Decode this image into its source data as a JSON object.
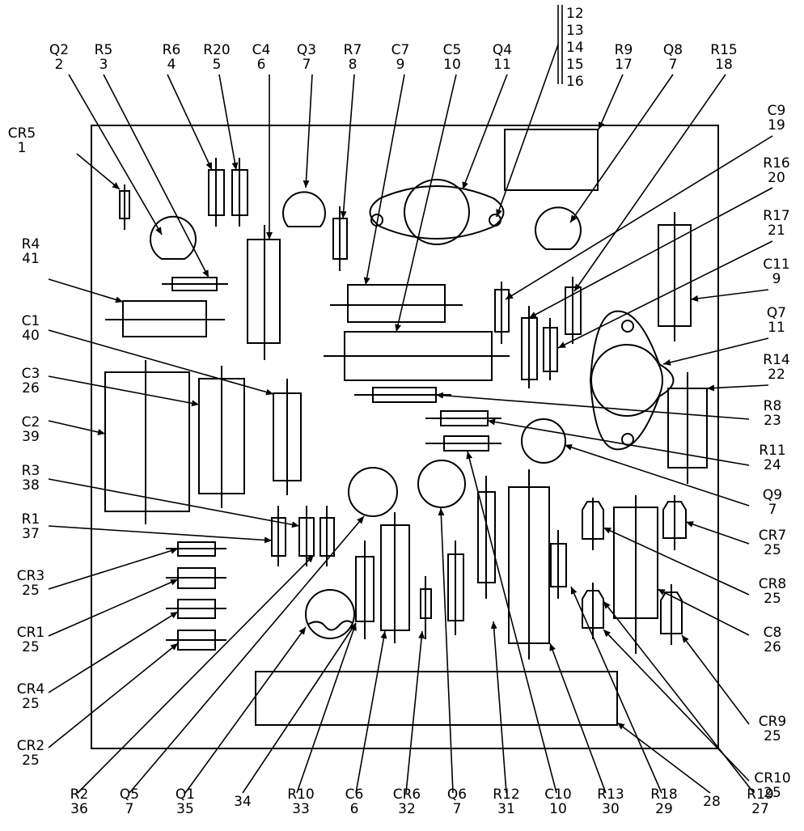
{
  "board": {
    "color": "#000000",
    "background": "#ffffff"
  },
  "callouts": [
    {
      "id": "cr5",
      "ref": "CR5",
      "num": "1"
    },
    {
      "id": "q2",
      "ref": "Q2",
      "num": "2"
    },
    {
      "id": "r5",
      "ref": "R5",
      "num": "3"
    },
    {
      "id": "r6",
      "ref": "R6",
      "num": "4"
    },
    {
      "id": "r20",
      "ref": "R20",
      "num": "5"
    },
    {
      "id": "c4",
      "ref": "C4",
      "num": "6"
    },
    {
      "id": "q3",
      "ref": "Q3",
      "num": "7"
    },
    {
      "id": "r7",
      "ref": "R7",
      "num": "8"
    },
    {
      "id": "c7",
      "ref": "C7",
      "num": "9"
    },
    {
      "id": "c5",
      "ref": "C5",
      "num": "10"
    },
    {
      "id": "q4",
      "ref": "Q4",
      "num": "11"
    },
    {
      "id": "r9",
      "ref": "R9",
      "num": "17"
    },
    {
      "id": "q8",
      "ref": "Q8",
      "num": "7"
    },
    {
      "id": "r15",
      "ref": "R15",
      "num": "18"
    },
    {
      "id": "c9",
      "ref": "C9",
      "num": "19"
    },
    {
      "id": "r16",
      "ref": "R16",
      "num": "20"
    },
    {
      "id": "r17",
      "ref": "R17",
      "num": "21"
    },
    {
      "id": "c11",
      "ref": "C11",
      "num": "9"
    },
    {
      "id": "q7",
      "ref": "Q7",
      "num": "11"
    },
    {
      "id": "r14",
      "ref": "R14",
      "num": "22"
    },
    {
      "id": "r8",
      "ref": "R8",
      "num": "23"
    },
    {
      "id": "r11",
      "ref": "R11",
      "num": "24"
    },
    {
      "id": "q9",
      "ref": "Q9",
      "num": "7"
    },
    {
      "id": "cr7",
      "ref": "CR7",
      "num": "25"
    },
    {
      "id": "cr8",
      "ref": "CR8",
      "num": "25"
    },
    {
      "id": "c8",
      "ref": "C8",
      "num": "26"
    },
    {
      "id": "cr9",
      "ref": "CR9",
      "num": "25"
    },
    {
      "id": "cr10",
      "ref": "CR10",
      "num": "25"
    },
    {
      "id": "r4",
      "ref": "R4",
      "num": "41"
    },
    {
      "id": "c1",
      "ref": "C1",
      "num": "40"
    },
    {
      "id": "c3",
      "ref": "C3",
      "num": "26"
    },
    {
      "id": "c2",
      "ref": "C2",
      "num": "39"
    },
    {
      "id": "r3",
      "ref": "R3",
      "num": "38"
    },
    {
      "id": "r1",
      "ref": "R1",
      "num": "37"
    },
    {
      "id": "cr3",
      "ref": "CR3",
      "num": "25"
    },
    {
      "id": "cr1",
      "ref": "CR1",
      "num": "25"
    },
    {
      "id": "cr4",
      "ref": "CR4",
      "num": "25"
    },
    {
      "id": "cr2",
      "ref": "CR2",
      "num": "25"
    },
    {
      "id": "r2",
      "ref": "R2",
      "num": "36"
    },
    {
      "id": "q5",
      "ref": "Q5",
      "num": "7"
    },
    {
      "id": "q1",
      "ref": "Q1",
      "num": "35"
    },
    {
      "id": "p34",
      "ref": "",
      "num": "34"
    },
    {
      "id": "r10",
      "ref": "R10",
      "num": "33"
    },
    {
      "id": "c6",
      "ref": "C6",
      "num": "6"
    },
    {
      "id": "cr6",
      "ref": "CR6",
      "num": "32"
    },
    {
      "id": "q6",
      "ref": "Q6",
      "num": "7"
    },
    {
      "id": "r12",
      "ref": "R12",
      "num": "31"
    },
    {
      "id": "c10",
      "ref": "C10",
      "num": "10"
    },
    {
      "id": "r13",
      "ref": "R13",
      "num": "30"
    },
    {
      "id": "r18",
      "ref": "R18",
      "num": "29"
    },
    {
      "id": "p28",
      "ref": "",
      "num": "28"
    },
    {
      "id": "r19",
      "ref": "R19",
      "num": "27"
    }
  ],
  "hardware_stack": [
    "12",
    "13",
    "14",
    "15",
    "16"
  ]
}
